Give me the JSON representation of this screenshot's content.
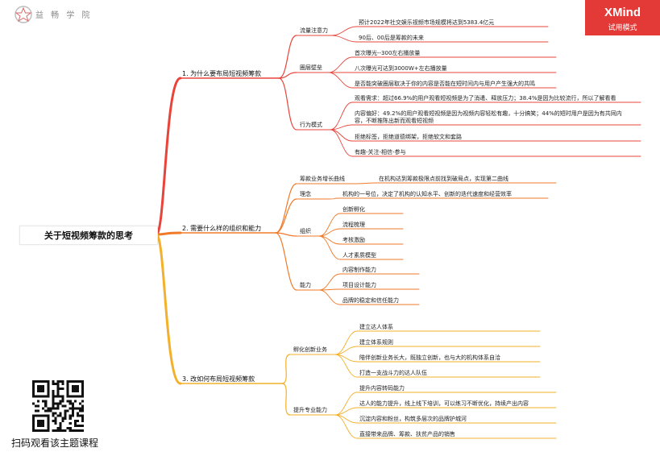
{
  "brand": {
    "logo_text": "益 畅 学 院",
    "app_name": "XMind",
    "app_mode": "试用模式",
    "accent": "#e43a37"
  },
  "mindmap": {
    "root": "关于短视频筹款的思考",
    "branch_colors": [
      "#e8443a",
      "#f07a28",
      "#f3b02a"
    ],
    "branches": [
      {
        "title": "1. 为什么要布局短视频筹款",
        "children": [
          {
            "title": "流量注意力",
            "items": [
              "预计2022年社交娱乐视频市场规模将达到5383.4亿元",
              "90后、00后是筹款的未来"
            ]
          },
          {
            "title": "圈层壁垒",
            "items": [
              "首次曝光--300左右播放量",
              "八次曝光可达到3000W+左右播放量",
              "是否能突破圈层取决于你的内容是否能在短时间内与用户产生强大的共鸣"
            ]
          },
          {
            "title": "行为模式",
            "items": [
              "观看需求：超过66.9%的用户观看短视频是为了消遣、释放压力；38.4%是因为比较流行，所以了解看看",
              "内容偏好：49.2%的用户观看短视频是因为视频内容轻松有趣，十分搞笑；44%的短时用户是因为有共同内容，不断推陈出新而观看短视频",
              "拒绝标签，拒绝道德绑架，拒绝软文和套路",
              "有趣-关注-相信-参与"
            ]
          }
        ]
      },
      {
        "title": "2. 需要什么样的组织和能力",
        "children": [
          {
            "title": "筹款业务增长曲线",
            "items": [
              "在机构达到筹款极限点前找到破局点，实现第二曲线"
            ]
          },
          {
            "title": "理念",
            "items": [
              "机构的一号位，决定了机构的认知水平、创新的迭代速度和经营效率"
            ]
          },
          {
            "title": "组织",
            "items": [
              "创新孵化",
              "流程梳理",
              "考核激励",
              "人才素质模型"
            ]
          },
          {
            "title": "能力",
            "items": [
              "内容制作能力",
              "项目设计能力",
              "品牌的稳定和信任能力"
            ]
          }
        ]
      },
      {
        "title": "3. 改如何布局短视频筹款",
        "children": [
          {
            "title": "孵化创新业务",
            "items": [
              "建立达人体系",
              "建立体系规则",
              "陪伴创新业务长大，既独立创新，也与大的机构体系自洽",
              "打造一支战斗力的达人队伍"
            ]
          },
          {
            "title": "提升专业能力",
            "items": [
              "提升内容转码能力",
              "达人的能力提升，线上线下培训，可以练习不断优化，持续产出内容",
              "沉淀内容和粉丝，构筑多层次的品牌护城河",
              "直接带来品牌、筹款、扶贫产品的销售"
            ]
          }
        ]
      }
    ]
  },
  "promo": {
    "caption": "扫码观看该主题课程"
  }
}
